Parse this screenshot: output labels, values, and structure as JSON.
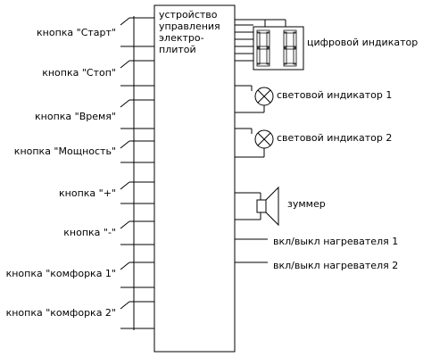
{
  "controller": {
    "title": "устройство\nуправления\nэлектро-\nплитой"
  },
  "buttons": [
    {
      "label": "кнопка \"Старт\""
    },
    {
      "label": "кнопка \"Стоп\""
    },
    {
      "label": "кнопка \"Время\""
    },
    {
      "label": "кнопка \"Мощность\""
    },
    {
      "label": "кнопка \"+\""
    },
    {
      "label": "кнопка \"-\""
    },
    {
      "label": "кнопка \"комфорка 1\""
    },
    {
      "label": "кнопка \"комфорка 2\""
    }
  ],
  "outputs": {
    "digital_display": {
      "label": "цифровой индикатор"
    },
    "lamp1": {
      "label": "световой индикатор 1"
    },
    "lamp2": {
      "label": "световой индикатор 2"
    },
    "buzzer": {
      "label": "зуммер"
    },
    "heater1": {
      "label": "вкл/выкл нагревателя 1"
    },
    "heater2": {
      "label": "вкл/выкл нагревателя 2"
    }
  }
}
